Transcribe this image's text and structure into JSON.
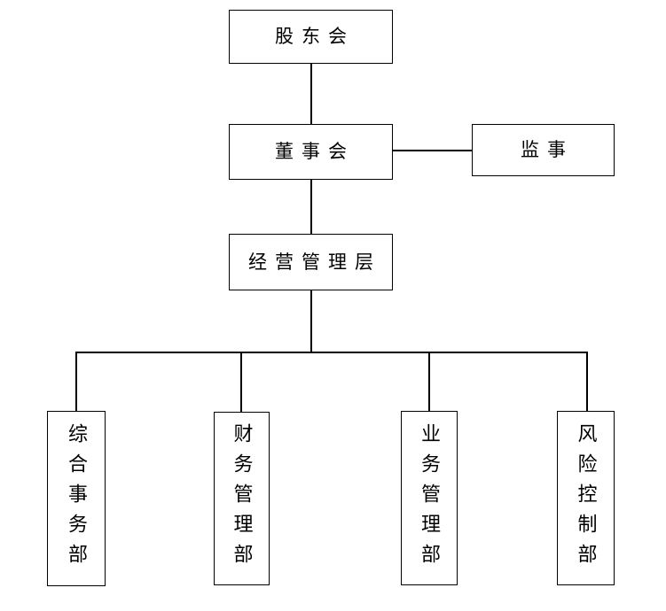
{
  "diagram": {
    "type": "org-chart",
    "background_color": "#ffffff",
    "line_color": "#000000",
    "text_color": "#000000",
    "nodes": {
      "shareholders_meeting": {
        "label": "股东会",
        "orientation": "horizontal"
      },
      "board_of_directors": {
        "label": "董事会",
        "orientation": "horizontal"
      },
      "supervisor": {
        "label": "监事",
        "orientation": "horizontal"
      },
      "management_team": {
        "label": "经营管理层",
        "orientation": "horizontal"
      },
      "general_affairs_dept": {
        "label": "综合事务部",
        "orientation": "vertical"
      },
      "finance_management_dept": {
        "label": "财务管理部",
        "orientation": "vertical"
      },
      "business_management_dept": {
        "label": "业务管理部",
        "orientation": "vertical"
      },
      "risk_control_dept": {
        "label": "风险控制部",
        "orientation": "vertical"
      }
    },
    "edges": [
      {
        "from": "shareholders_meeting",
        "to": "board_of_directors"
      },
      {
        "from": "board_of_directors",
        "to": "supervisor"
      },
      {
        "from": "board_of_directors",
        "to": "management_team"
      },
      {
        "from": "management_team",
        "to": "general_affairs_dept"
      },
      {
        "from": "management_team",
        "to": "finance_management_dept"
      },
      {
        "from": "management_team",
        "to": "business_management_dept"
      },
      {
        "from": "management_team",
        "to": "risk_control_dept"
      }
    ]
  }
}
